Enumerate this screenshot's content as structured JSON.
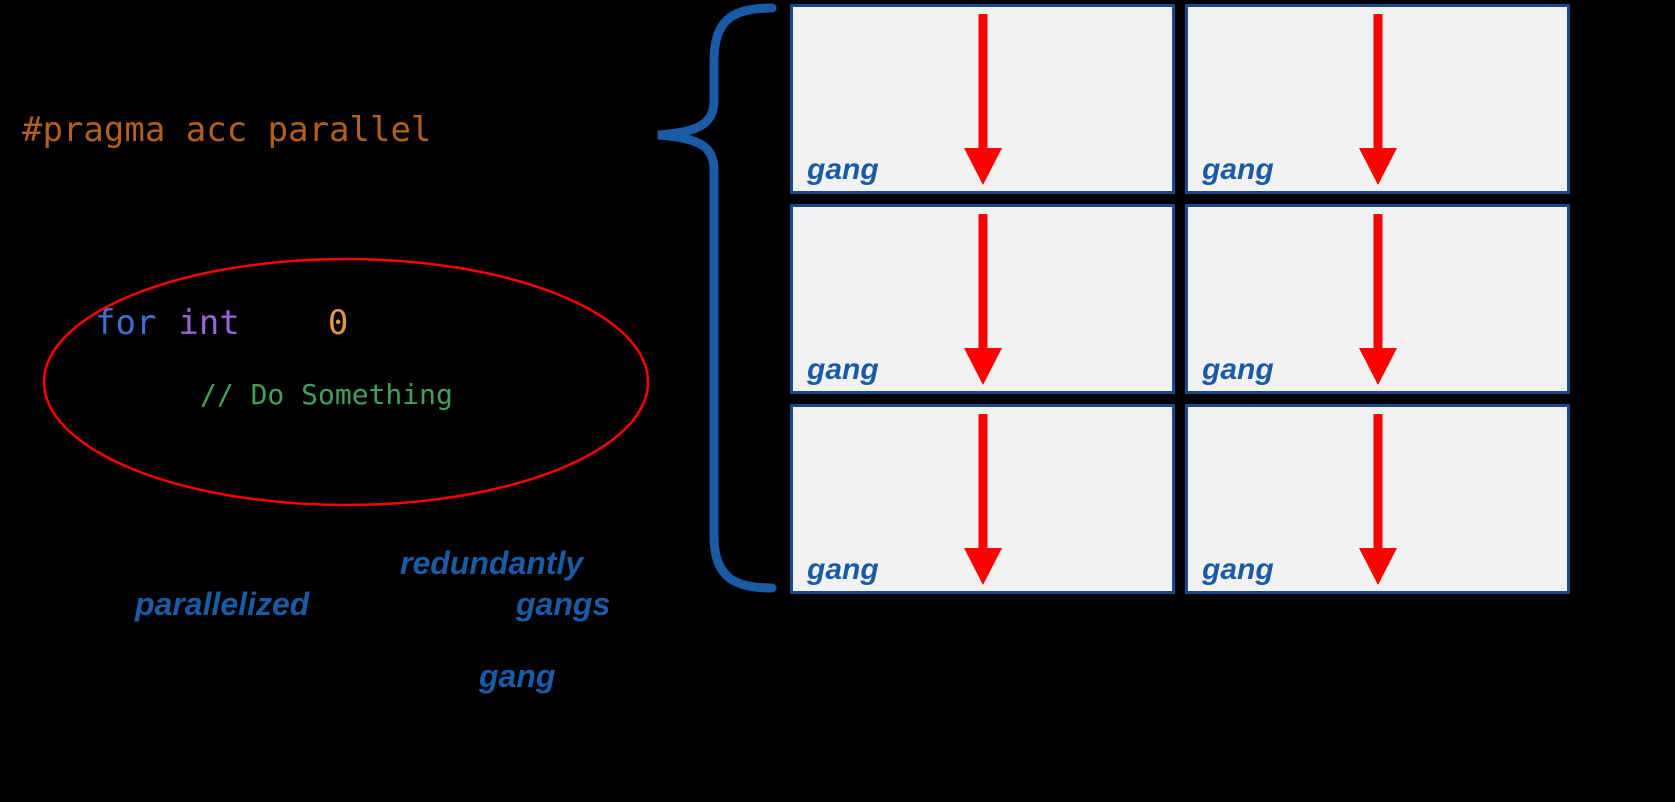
{
  "slide": {
    "background": "#000000"
  },
  "code": {
    "pragma": "#pragma acc parallel",
    "for_keyword": "for",
    "int_keyword": "int",
    "zero_literal": "0",
    "comment": "// Do Something"
  },
  "captions": {
    "redundantly": "redundantly",
    "parallelized": "parallelized",
    "gangs": "gangs",
    "gang": "gang"
  },
  "diagram": {
    "gang_label": "gang",
    "rows": 3,
    "columns": 2,
    "box_count": 6
  },
  "colors": {
    "pragma_text": "#b2611c",
    "for_keyword": "#3d6fd1",
    "int_keyword": "#9a64d8",
    "number_literal": "#e09a45",
    "comment_text": "#42a05a",
    "caption_blue": "#1b5aa5",
    "box_border": "#174a86",
    "box_fill": "#f2f2f2",
    "arrow_red": "#ff0000",
    "ellipse_red": "#ff0000",
    "brace_blue": "#1b5aa5",
    "background": "#000000"
  }
}
